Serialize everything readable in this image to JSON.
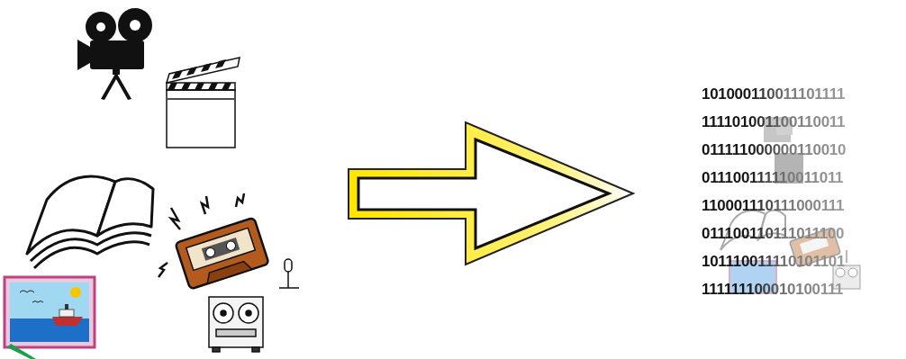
{
  "diagram": {
    "labels": [
      "101000110011101111",
      "111101001100110011",
      "011111000000110010",
      "011100111110011011",
      "110001110111000111",
      "011100110111011100",
      "101110011110101101",
      "111111100010100111"
    ]
  }
}
